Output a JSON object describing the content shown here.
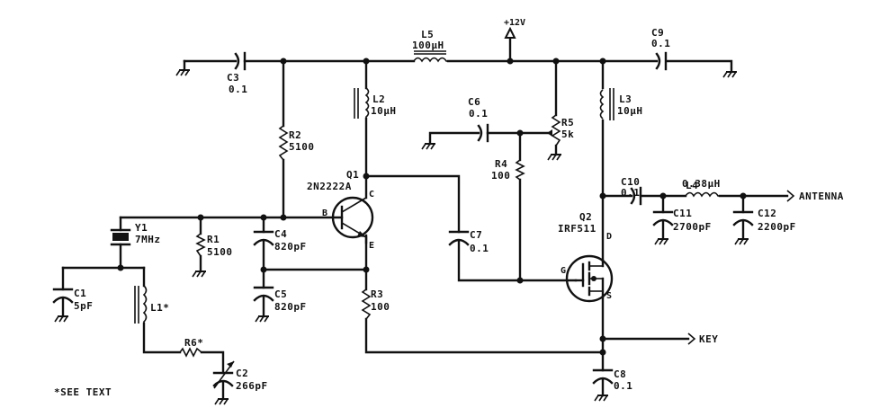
{
  "title": "7 MHz crystal oscillator / IRF511 transmitter schematic",
  "supply": {
    "label": "+12V"
  },
  "components": {
    "C1": {
      "ref": "C1",
      "value": "5pF"
    },
    "C2": {
      "ref": "C2",
      "value": "266pF"
    },
    "C3": {
      "ref": "C3",
      "value": "0.1"
    },
    "C4": {
      "ref": "C4",
      "value": "820pF"
    },
    "C5": {
      "ref": "C5",
      "value": "820pF"
    },
    "C6": {
      "ref": "C6",
      "value": "0.1"
    },
    "C7": {
      "ref": "C7",
      "value": "0.1"
    },
    "C8": {
      "ref": "C8",
      "value": "0.1"
    },
    "C9": {
      "ref": "C9",
      "value": "0.1"
    },
    "C10": {
      "ref": "C10",
      "value": "0.1"
    },
    "C11": {
      "ref": "C11",
      "value": "2700pF"
    },
    "C12": {
      "ref": "C12",
      "value": "2200pF"
    },
    "R1": {
      "ref": "R1",
      "value": "5100"
    },
    "R2": {
      "ref": "R2",
      "value": "5100"
    },
    "R3": {
      "ref": "R3",
      "value": "100"
    },
    "R4": {
      "ref": "R4",
      "value": "100"
    },
    "R5": {
      "ref": "R5",
      "value": "5k"
    },
    "R6": {
      "ref": "R6*",
      "value": ""
    },
    "L1": {
      "ref": "L1*",
      "value": ""
    },
    "L2": {
      "ref": "L2",
      "value": "10μH"
    },
    "L3": {
      "ref": "L3",
      "value": "10μH"
    },
    "L4": {
      "ref": "L4",
      "value": "0.38μH"
    },
    "L5": {
      "ref": "L5",
      "value": "100μH"
    },
    "Y1": {
      "ref": "Y1",
      "value": "7MHz"
    },
    "Q1": {
      "ref": "Q1",
      "value": "2N2222A",
      "pins": {
        "b": "B",
        "c": "C",
        "e": "E"
      }
    },
    "Q2": {
      "ref": "Q2",
      "value": "IRF511",
      "pins": {
        "g": "G",
        "d": "D",
        "s": "S"
      }
    }
  },
  "outputs": {
    "antenna": "ANTENNA",
    "key": "KEY"
  },
  "note": "*SEE TEXT"
}
